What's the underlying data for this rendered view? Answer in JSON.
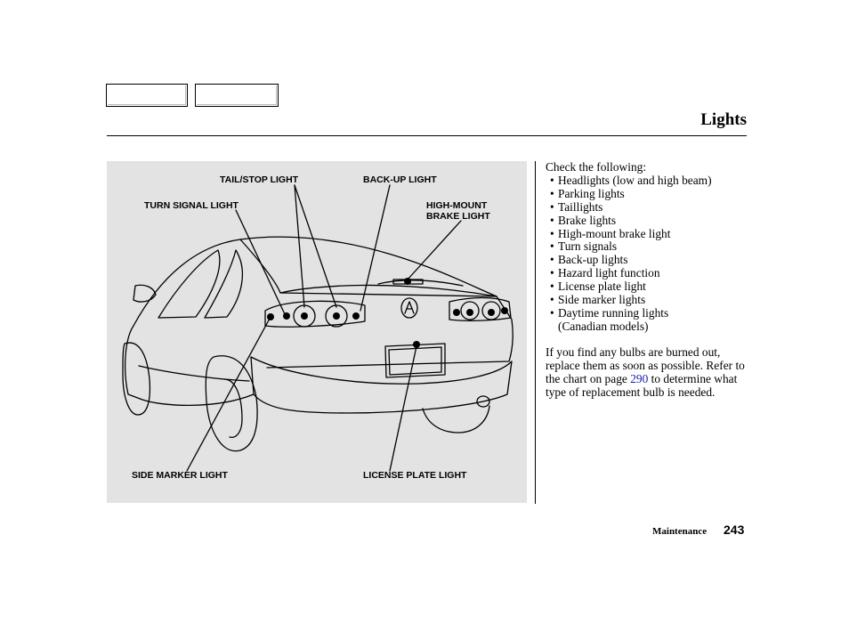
{
  "header": {
    "title": "Lights"
  },
  "figure": {
    "labels": {
      "tail_stop": "TAIL/STOP LIGHT",
      "back_up": "BACK-UP LIGHT",
      "turn_signal": "TURN SIGNAL LIGHT",
      "high_mount_line1": "HIGH-MOUNT",
      "high_mount_line2": "BRAKE LIGHT",
      "side_marker": "SIDE MARKER LIGHT",
      "license_plate": "LICENSE PLATE LIGHT"
    },
    "colors": {
      "background": "#e3e3e3",
      "ink": "#000000"
    }
  },
  "body": {
    "intro": "Check the following:",
    "checklist": [
      "Headlights (low and high beam)",
      "Parking lights",
      "Taillights",
      "Brake lights",
      "High-mount brake light",
      "Turn signals",
      "Back-up lights",
      "Hazard light function",
      "License plate light",
      "Side marker lights",
      "Daytime running lights"
    ],
    "checklist_note": "(Canadian models)",
    "para": {
      "before_link": "If you find any bulbs are burned out, replace them as soon as possible. Refer to the chart on page",
      "link": "290",
      "after_link": "to determine what type of replacement bulb is needed."
    },
    "link_color": "#1a1aa6"
  },
  "footer": {
    "section": "Maintenance",
    "page": "243"
  }
}
